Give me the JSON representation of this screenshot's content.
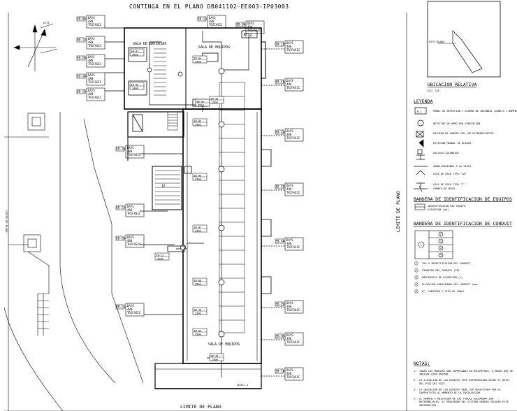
{
  "header": {
    "title": "CONTINGA EN EL PLANO DB041102-EE003-IP03003"
  },
  "plan": {
    "rooms": [
      {
        "id": "sala-de-baterias",
        "label": "SALA DE BATERIAS"
      },
      {
        "id": "sala-de-equipos-top",
        "label": "SALA DE EQUIPOS"
      },
      {
        "id": "sala-de-equipos-bottom",
        "label": "SALA DE EQUIPOS"
      }
    ],
    "panel_tag": "N 2",
    "limit_bottom": "LIMITE DE PLANO",
    "limit_right": "LIMITE DE PLANO",
    "limit_left": "LIMITE DE PLANO",
    "compass_label": "ESTE",
    "small_label": "NIVEL 4",
    "stair_mark": "U"
  },
  "flags": [
    {
      "tag": "EB-05",
      "l1": "DAYS",
      "l2": "480",
      "l3": "TRIFASIC"
    },
    {
      "tag": "EB-17",
      "l1": "DAYS",
      "l2": "480",
      "l3": "TRIFASIC"
    },
    {
      "tag": "EB-29",
      "l1": "DAYS",
      "l2": "480",
      "l3": "TRIFASIC"
    },
    {
      "tag": "EB-18",
      "l1": "DAYS",
      "l2": "480",
      "l3": "TRIFASIC"
    },
    {
      "tag": "EB-11",
      "l1": "DAYS",
      "l2": "480",
      "l3": "TRIFASIC"
    },
    {
      "tag": "EB-12",
      "l1": "DAYS",
      "l2": "480",
      "l3": "TRIFASIC"
    },
    {
      "tag": "EB-16",
      "l1": "DAYS",
      "l2": "480",
      "l3": "TRIFASIC"
    },
    {
      "tag": "EB-21",
      "l1": "DAYS",
      "l2": "480",
      "l3": "TRIFASIC"
    },
    {
      "tag": "EB-20",
      "l1": "DAYS",
      "l2": "480",
      "l3": "TRIFASIC"
    },
    {
      "tag": "EB-14",
      "l1": "DAYS",
      "l2": "480",
      "l3": "TRIFASIC"
    },
    {
      "tag": "EB-13",
      "l1": "DAYS",
      "l2": "480",
      "l3": "TRIFASIC"
    },
    {
      "tag": "EB-31",
      "l1": "DAYS",
      "l2": "480",
      "l3": "TRIFASIC"
    },
    {
      "tag": "EB-32",
      "l1": "DAYS",
      "l2": "480",
      "l3": "TRIFASIC"
    },
    {
      "tag": "EB-33",
      "l1": "DAYS",
      "l2": "480",
      "l3": "TRIFASIC"
    },
    {
      "tag": "EB-34",
      "l1": "DAYS",
      "l2": "480",
      "l3": "TRIFASIC"
    },
    {
      "tag": "EB-35",
      "l1": "DAYS",
      "l2": "480",
      "l3": "TRIFASIC"
    },
    {
      "tag": "EB-36",
      "l1": "DAYS",
      "l2": "480",
      "l3": "TRIFASIC"
    },
    {
      "tag": "EB-37",
      "l1": "DAYS",
      "l2": "480",
      "l3": "TRIFASIC"
    },
    {
      "tag": "EB-38",
      "l1": "DAYS",
      "l2": "480",
      "l3": "TRIFASIC"
    }
  ],
  "inner_tags": [
    {
      "tag": "EB-01",
      "v": "3900"
    },
    {
      "tag": "EB-03",
      "v": "3900"
    },
    {
      "tag": "EB-02",
      "v": "1900"
    },
    {
      "tag": "EB-04",
      "v": "2900"
    },
    {
      "tag": "EB-05",
      "v": "2900"
    },
    {
      "tag": "EB-06",
      "v": "2900"
    },
    {
      "tag": "EB-07",
      "v": "2900"
    },
    {
      "tag": "EB-08",
      "v": "2900"
    },
    {
      "tag": "EB-09",
      "v": "2900"
    },
    {
      "tag": "EB-10",
      "v": "2900"
    },
    {
      "tag": "EB-22",
      "v": "3200"
    },
    {
      "tag": "EB-30",
      "v": "1900"
    },
    {
      "tag": "EB-39",
      "v": "1900"
    }
  ],
  "location": {
    "label": "UBICACION RELATIVA",
    "scale": "ESC: S/E",
    "site": "ESTE PLANO"
  },
  "legend": {
    "title": "LEYENDA",
    "items": [
      {
        "symbol": "N 2",
        "text": "PANEL DE DETECCION Y ALARMA DE INCENDIO (ZONA N = NUMERO DE ZONAS)"
      },
      {
        "symbol": "smoke",
        "text": "DETECTOR DE HUMO POR IONIZACION"
      },
      {
        "symbol": "strobe",
        "text": "DIFUSOR DE SONIDO CON LUZ ESTROBOSCOPICA"
      },
      {
        "symbol": "station",
        "text": "ESTACION MANUAL DE ALARMA"
      },
      {
        "symbol": "valve",
        "text": "VALVULA SOLENOIDE"
      },
      {
        "symbol": "conduit",
        "text": "CANALIZACIONES A LA VISTA"
      },
      {
        "symbol": "lb",
        "text": "CAJA DE PASO TIPO \"LB\""
      },
      {
        "symbol": "t",
        "text": "CAJA DE PASO TIPO \"T\""
      },
      {
        "symbol": "level",
        "text": "CAMBIO DE NIVEL"
      }
    ]
  },
  "equip_flag": {
    "title": "BANDERA DE IDENTIFICACION DE EQUIPOS",
    "text1": "IDENTIFICACION DEL EQUIPO",
    "text2": "ELEVACION (mm)"
  },
  "conduit_flag": {
    "title": "BANDERA DE IDENTIFICACION DE CONDUIT",
    "circle": "1",
    "numbers": [
      "2",
      "3",
      "4",
      "5"
    ],
    "items": [
      {
        "n": "1",
        "text": "TAG O IDENTIFICACION DEL CONDUIT."
      },
      {
        "n": "2",
        "text": "DIAMETRO DEL CONDUIT (IN)"
      },
      {
        "n": "3",
        "text": "PORCENTAJE DE OCUPACION (%)"
      },
      {
        "n": "4",
        "text": "ELEVACION APROXIMADA DEL CONDUIT (mm)."
      },
      {
        "n": "5",
        "text": "N°, CANTIDAD Y TIPO DE CABLE"
      }
    ]
  },
  "notes": {
    "title": "NOTAS:",
    "items": [
      {
        "n": "1.",
        "text": "TODAS LAS MEDIDAS SON EXPRESADAS EN MILIMETROS, A MENOS QUE SE INDIQUE OTRA UNIDAD."
      },
      {
        "n": "2.",
        "text": "LA ELEVACION DE LOS EQUIPOS ESTA REFERENCIADA DESDE EL NIVEL DEL PISO DEL EDIF."
      },
      {
        "n": "3.",
        "text": "LA UBICACION DE LOS EQUIPOS DEBE SER VERIFICADA POR EL CONTRATISTA AL MOMENTO DE LA INSTALACION."
      },
      {
        "n": "4.",
        "text": "EL NUMERO Y UBICACION DE LAS TABLAS SOLDADURA SON REFERENCIALES, EL PROVEEDOR DEL SISTEMA DEBERA VALIDAR ESTA INFORMACION."
      }
    ]
  }
}
